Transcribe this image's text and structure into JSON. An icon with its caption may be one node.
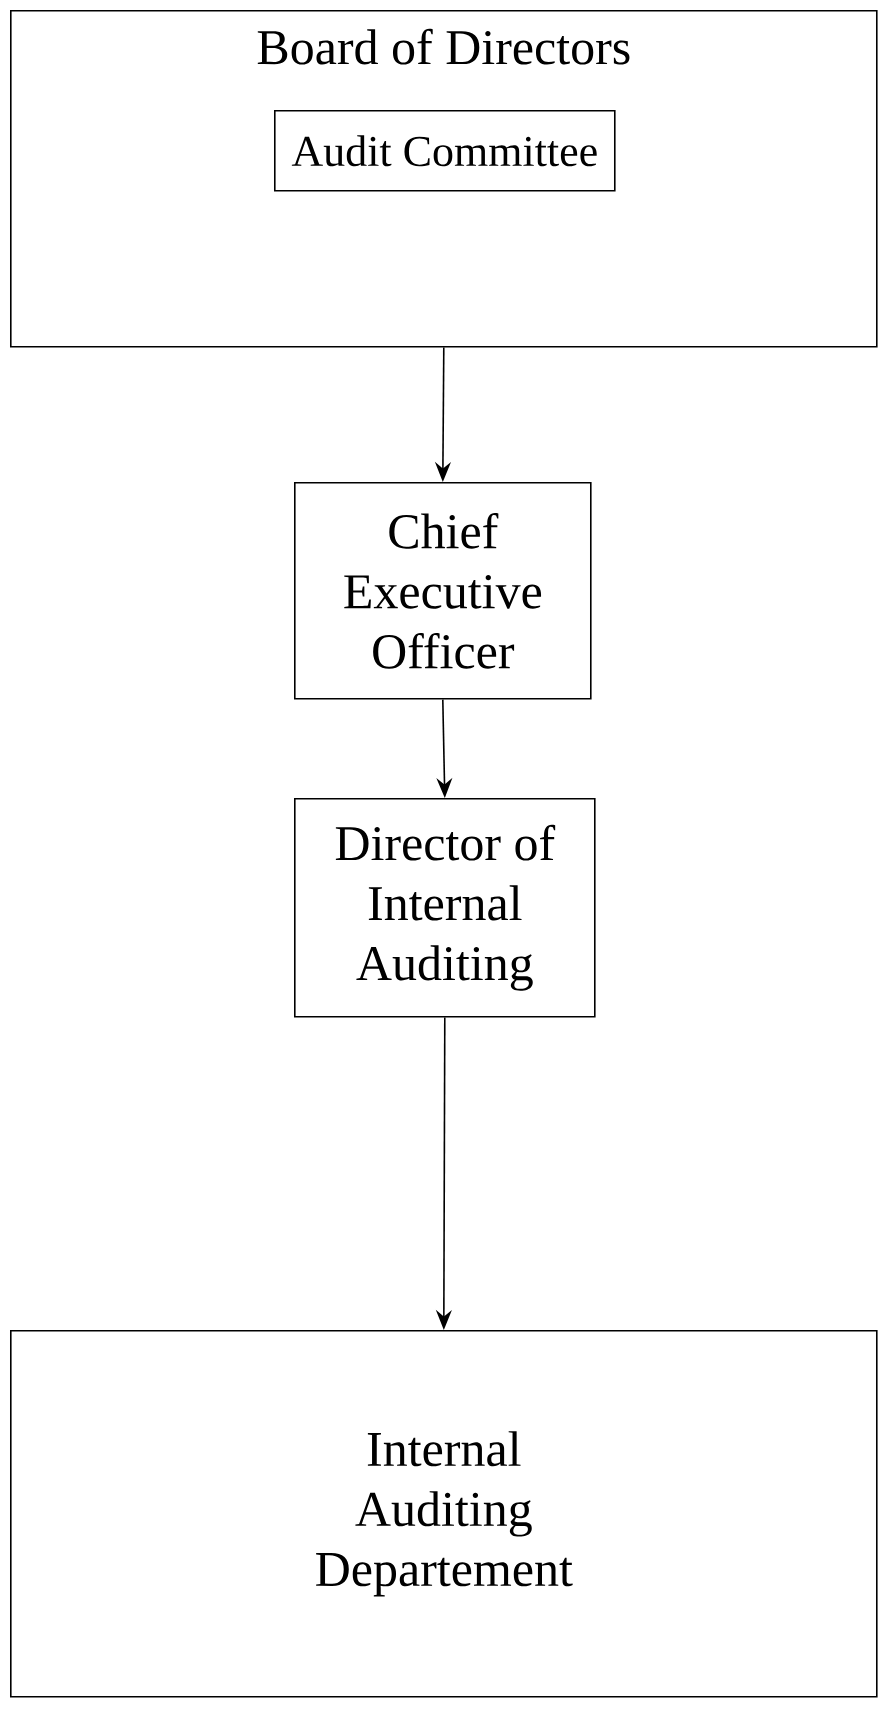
{
  "diagram": {
    "nodes": [
      {
        "text": [
          "Board of Directors"
        ]
      },
      {
        "text": [
          "Audit Committee"
        ],
        "in": 0
      },
      {
        "text": [
          "Chief Executive Officer"
        ]
      },
      {
        "text": [
          "Director of Internal Auditing"
        ]
      },
      {
        "text": [
          "Internal Auditing Departement"
        ]
      }
    ],
    "edges": [
      {
        "from": 0,
        "to": 2,
        "arrow": "to"
      },
      {
        "from": 2,
        "to": 3,
        "arrow": "to"
      },
      {
        "from": 3,
        "to": 4,
        "arrow": "to"
      }
    ]
  }
}
